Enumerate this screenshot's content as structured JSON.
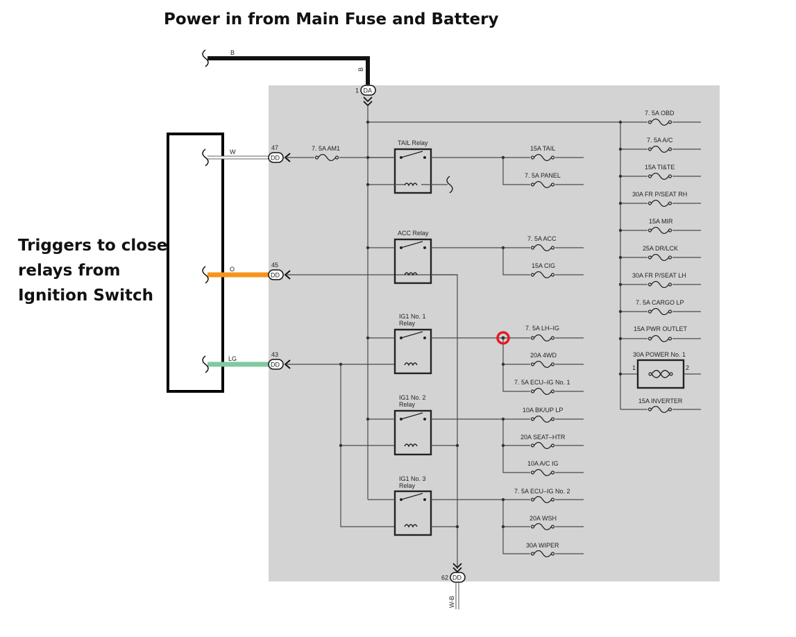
{
  "annotations": {
    "power_in": "Power in from Main Fuse and Battery",
    "triggers_line1": "Triggers to close",
    "triggers_line2": "relays from",
    "triggers_line3": "Ignition Switch"
  },
  "wires": {
    "battery": "B",
    "battery_vertical": "B",
    "am1_feed": "W",
    "acc_feed": "O",
    "ig_feed": "LG",
    "ground": "W-B"
  },
  "connectors": {
    "da": {
      "name": "DA",
      "pin": "1"
    },
    "dd47": {
      "name": "DD",
      "pin": "47"
    },
    "dd45": {
      "name": "DD",
      "pin": "45"
    },
    "dd43": {
      "name": "DD",
      "pin": "43"
    },
    "dd62": {
      "name": "DD",
      "pin": "62"
    }
  },
  "relays": {
    "tail": "TAIL Relay",
    "acc": "ACC Relay",
    "ig1_no1": [
      "IG1 No. 1",
      "Relay"
    ],
    "ig1_no2": [
      "IG1 No. 2",
      "Relay"
    ],
    "ig1_no3": [
      "IG1 No. 3",
      "Relay"
    ]
  },
  "fuses": {
    "am1": "7. 5A AM1",
    "tail": "15A TAIL",
    "panel": "7. 5A PANEL",
    "acc": "7. 5A ACC",
    "cig": "15A CIG",
    "lh_ig": "7. 5A LH–IG",
    "fwd4": "20A 4WD",
    "ecu_ig1": "7. 5A ECU–IG No. 1",
    "bkup_lp": "10A BK/UP LP",
    "seat_htr": "20A SEAT–HTR",
    "ac_ig": "10A A/C IG",
    "ecu_ig2": "7. 5A ECU–IG No. 2",
    "wsh": "20A WSH",
    "wiper": "30A WIPER",
    "obd": "7. 5A OBD",
    "ac": "7. 5A A/C",
    "tite": "15A TI&TE",
    "fr_pseat_rh": "30A FR P/SEAT RH",
    "mir": "15A MIR",
    "dr_lck": "25A DR/LCK",
    "fr_pseat_lh": "30A FR P/SEAT LH",
    "cargo_lp": "7. 5A CARGO LP",
    "pwr_outlet": "15A PWR OUTLET",
    "power_no1": "30A POWER No. 1",
    "inverter": "15A INVERTER"
  },
  "power_no1_pins": {
    "left": "1",
    "right": "2"
  },
  "colors": {
    "panel_bg": "#d3d3d3",
    "wire_orange": "#f7941d",
    "wire_green": "#82c9a0",
    "highlight_red": "#e31b23",
    "battery_wire": "#111111"
  }
}
